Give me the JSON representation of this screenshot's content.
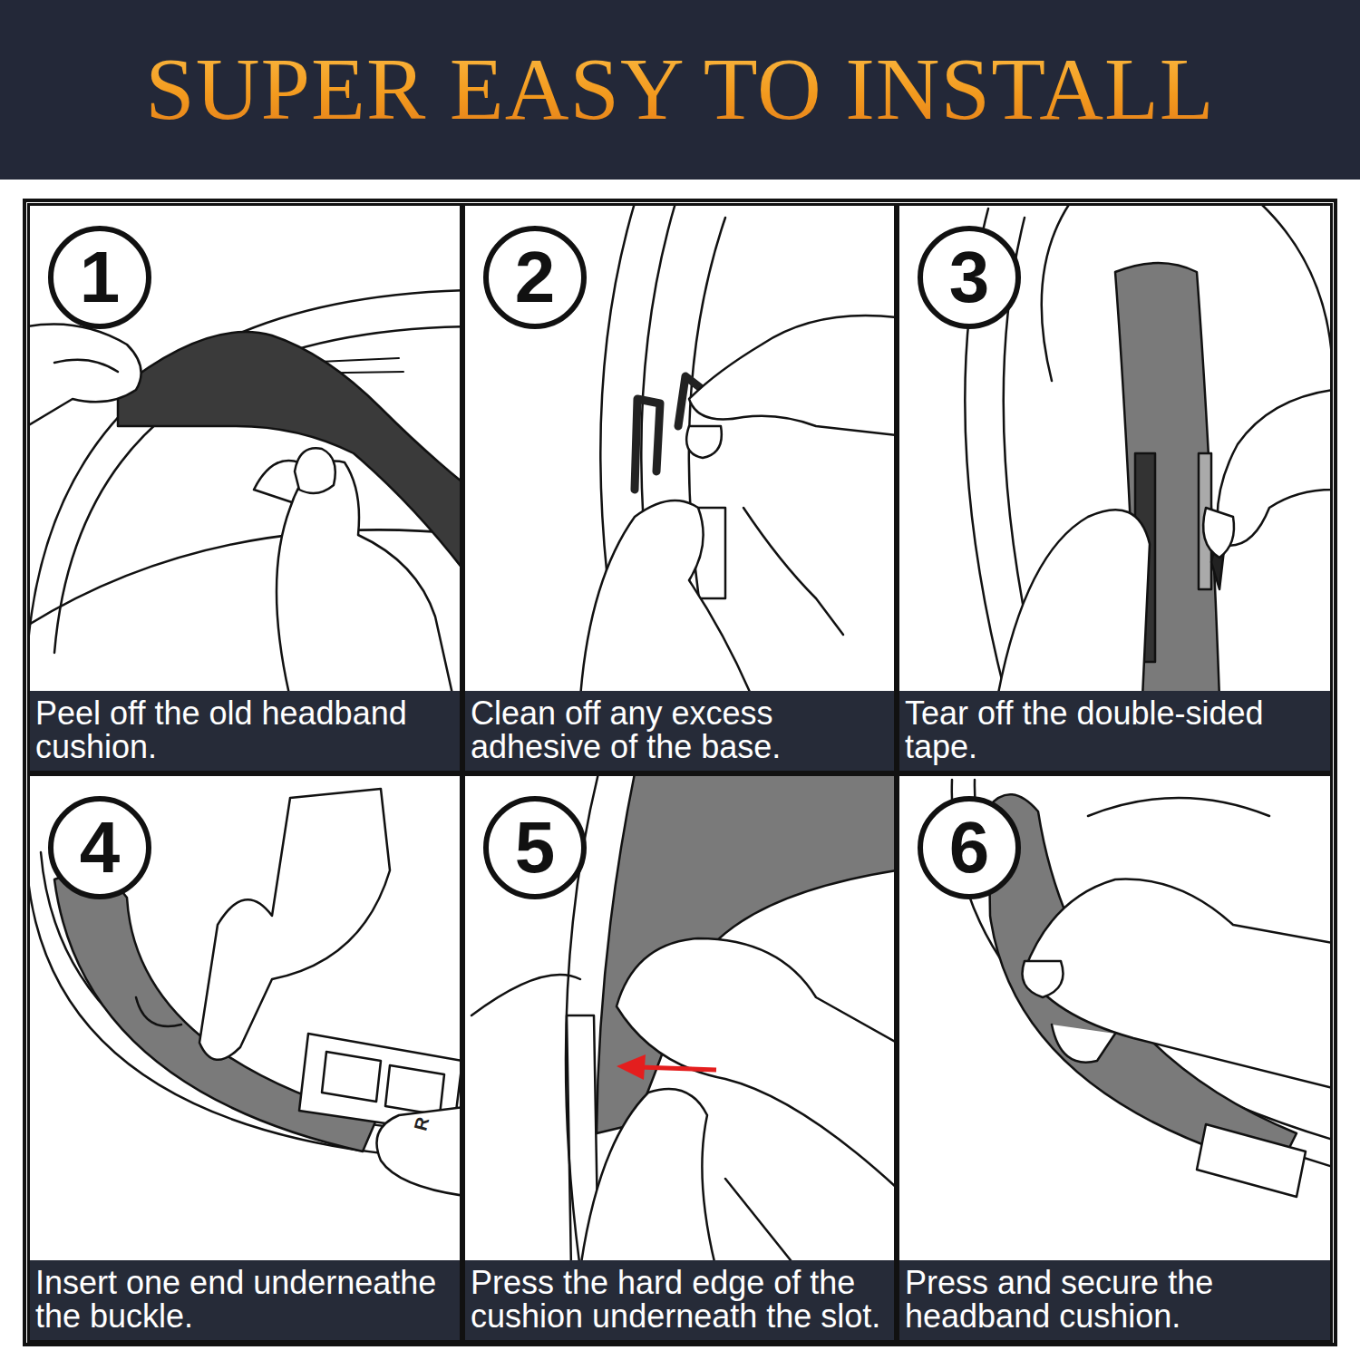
{
  "diagram": {
    "title": "SUPER EASY TO INSTALL",
    "nodes": [
      {
        "text": [
          "Peel off the old headband cushion."
        ]
      },
      {
        "text": [
          "1"
        ],
        "in": 0
      },
      {
        "text": [
          "Clean off any excess adhesive of the base."
        ]
      },
      {
        "text": [
          "2"
        ],
        "in": 2
      },
      {
        "text": [
          "Tear off the double-sided tape."
        ]
      },
      {
        "text": [
          "3"
        ],
        "in": 4
      },
      {
        "text": [
          "Insert one end underneathe the buckle."
        ]
      },
      {
        "text": [
          "4"
        ],
        "in": 6
      },
      {
        "text": [
          "Press the hard edge of the cushion underneath the slot."
        ]
      },
      {
        "text": [
          "5"
        ],
        "in": 8
      },
      {
        "text": [
          "Press and secure the headband cushion."
        ]
      },
      {
        "text": [
          "6"
        ],
        "in": 10
      }
    ],
    "labels": [
      "R"
    ]
  }
}
